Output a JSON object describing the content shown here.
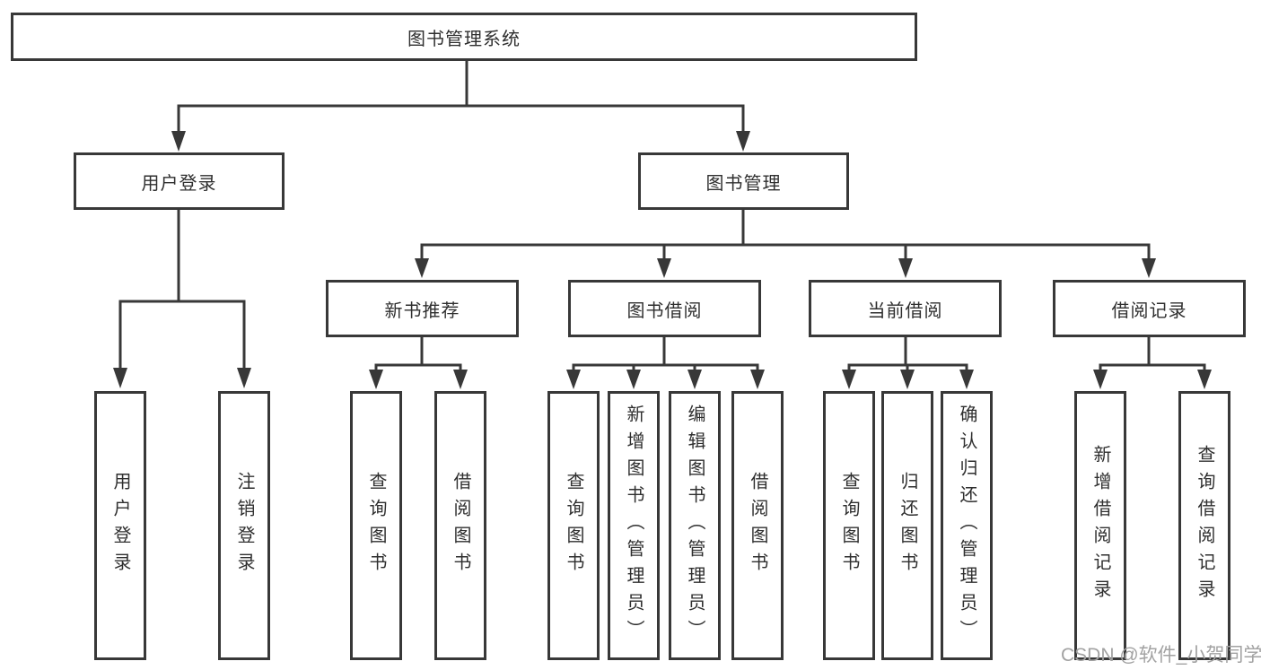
{
  "colors": {
    "line": "#383838",
    "box_border": "#383838",
    "text": "#2f2f2f",
    "background": "#ffffff",
    "watermark_text": "#a2a2a2"
  },
  "root": {
    "label": "图书管理系统"
  },
  "level1": {
    "user_login": "用户登录",
    "book_mgmt": "图书管理"
  },
  "level2": {
    "new_book_rec": "新书推荐",
    "book_borrow": "图书借阅",
    "current_borrow": "当前借阅",
    "borrow_record": "借阅记录"
  },
  "leaves": {
    "login_user_login": "用户登录",
    "login_logout": "注销登录",
    "rec_query_book": "查询图书",
    "rec_borrow_book": "借阅图书",
    "bor_query_book": "查询图书",
    "bor_add_book": "新增图书（管理员）",
    "bor_edit_book": "编辑图书（管理员）",
    "bor_borrow_book": "借阅图书",
    "cur_query_book": "查询图书",
    "cur_return_book": "归还图书",
    "cur_confirm_return": "确认归还（管理员）",
    "hist_add_record": "新增借阅记录",
    "hist_query_record": "查询借阅记录"
  },
  "watermark": {
    "text": "CSDN @软件_小贺同学"
  }
}
